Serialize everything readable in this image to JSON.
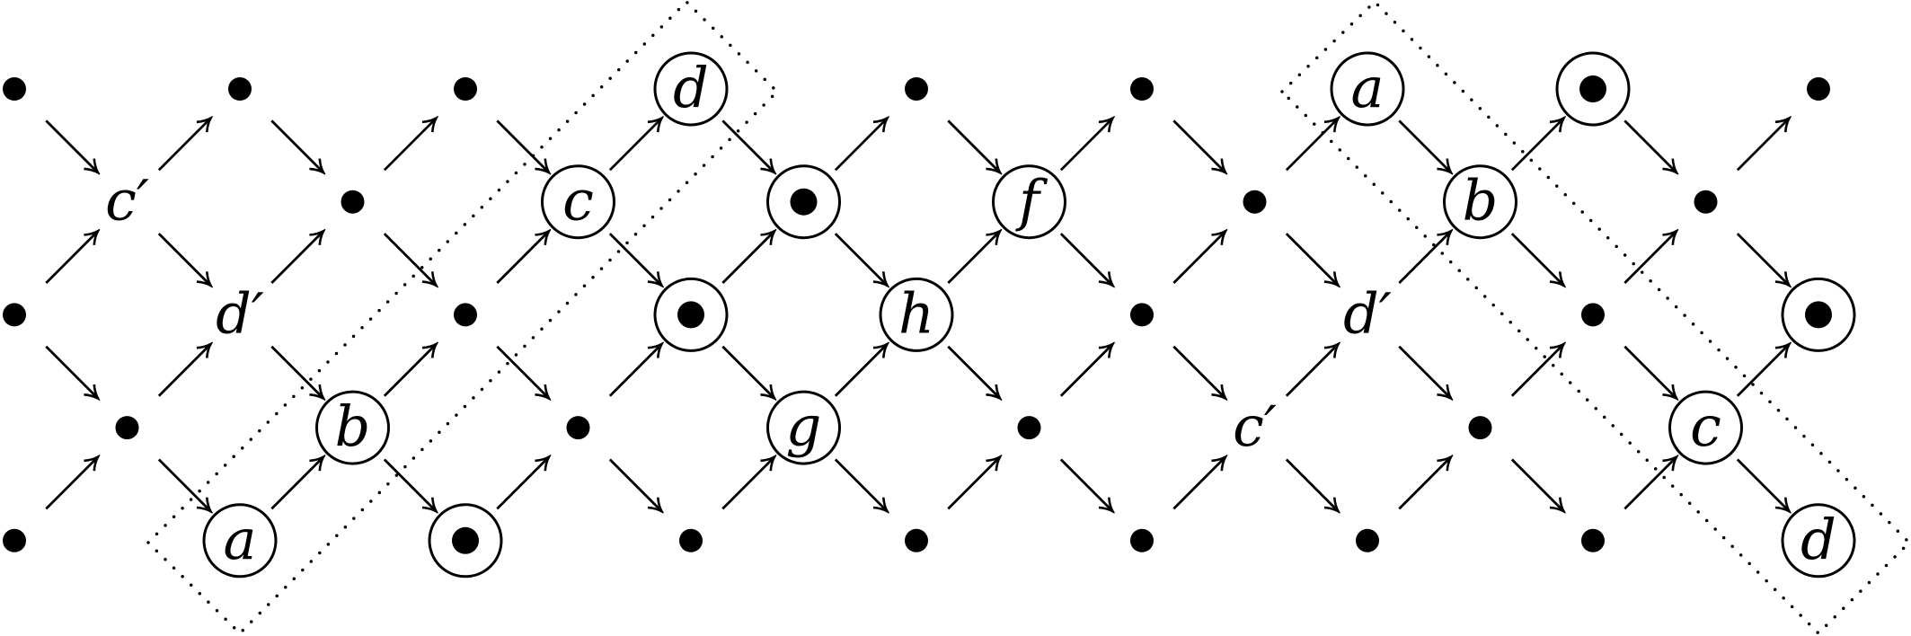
{
  "diagram": {
    "colors": {
      "ink": "#000000",
      "background": "#ffffff"
    },
    "rows": [
      [
        "dot",
        "dot",
        "dot",
        "d",
        "dot",
        "dot",
        "a",
        "circled-dot",
        "dot"
      ],
      [
        "c′",
        "dot",
        "c",
        "circled-dot",
        "f",
        "dot",
        "b",
        "dot"
      ],
      [
        "dot",
        "d′",
        "dot",
        "circled-dot",
        "h",
        "dot",
        "d′",
        "dot",
        "circled-dot"
      ],
      [
        "dot",
        "b",
        "dot",
        "g",
        "dot",
        "c′",
        "dot",
        "c"
      ],
      [
        "dot",
        "a",
        "circled-dot",
        "dot",
        "dot",
        "dot",
        "dot",
        "dot",
        "d"
      ]
    ],
    "plain_labels": [
      "c′",
      "d′"
    ],
    "highlighted_slices": [
      [
        "a",
        "b",
        "c",
        "d"
      ],
      [
        "a",
        "b",
        "c",
        "d"
      ]
    ]
  }
}
